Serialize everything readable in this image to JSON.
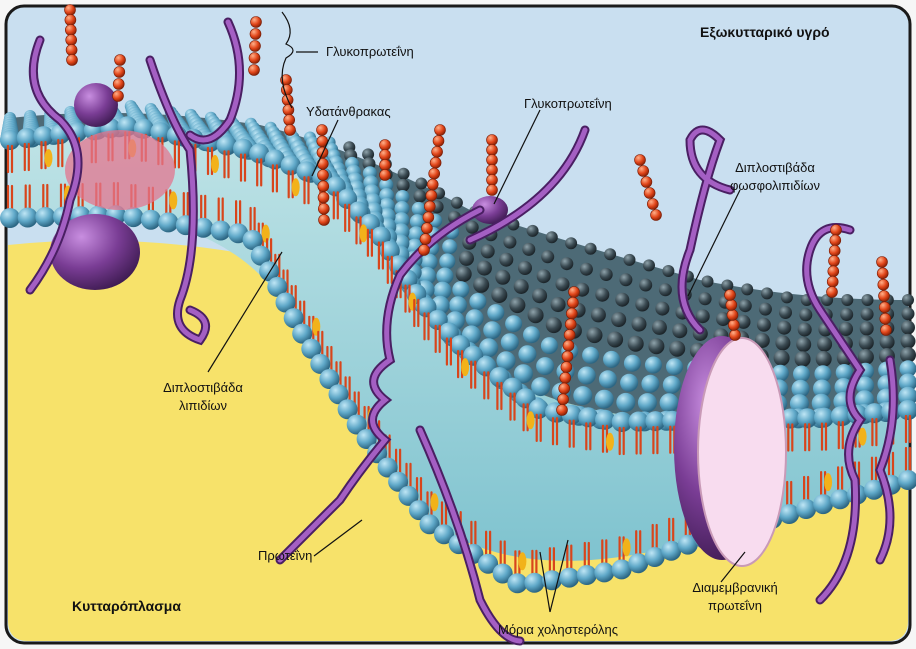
{
  "labels": {
    "glycoprotein_top": "Γλυκοπρωτεΐνη",
    "extracellular": "Εξωκυτταρικό υγρό",
    "carbohydrate": "Υδατάνθρακας",
    "glycoprotein_mid": "Γλυκοπρωτεΐνη",
    "phospholipid_bilayer_1": "Διπλοστιβάδα",
    "phospholipid_bilayer_2": "φωσφολιπιδίων",
    "lipid_bilayer_1": "Διπλοστιβάδα",
    "lipid_bilayer_2": "λιπιδίων",
    "protein": "Πρωτεΐνη",
    "cytoplasm": "Κυτταρόπλασμα",
    "transmembrane_1": "Διαμεμβρανική",
    "transmembrane_2": "πρωτεΐνη",
    "cholesterol": "Μόρια χοληστερόλης"
  },
  "colors": {
    "extracellular_bg": "#c9dff0",
    "cytoplasm_bg": "#f7e26a",
    "frame_border": "#1a1a1a",
    "head_blue": "#5fa8c8",
    "head_dark": "#3a4a52",
    "tail_orange": "#e05a1e",
    "cholesterol": "#f2b21a",
    "protein_purple": "#7a3d95",
    "sugar_red": "#e2461a",
    "transmembrane_face": "#f8dcef"
  }
}
